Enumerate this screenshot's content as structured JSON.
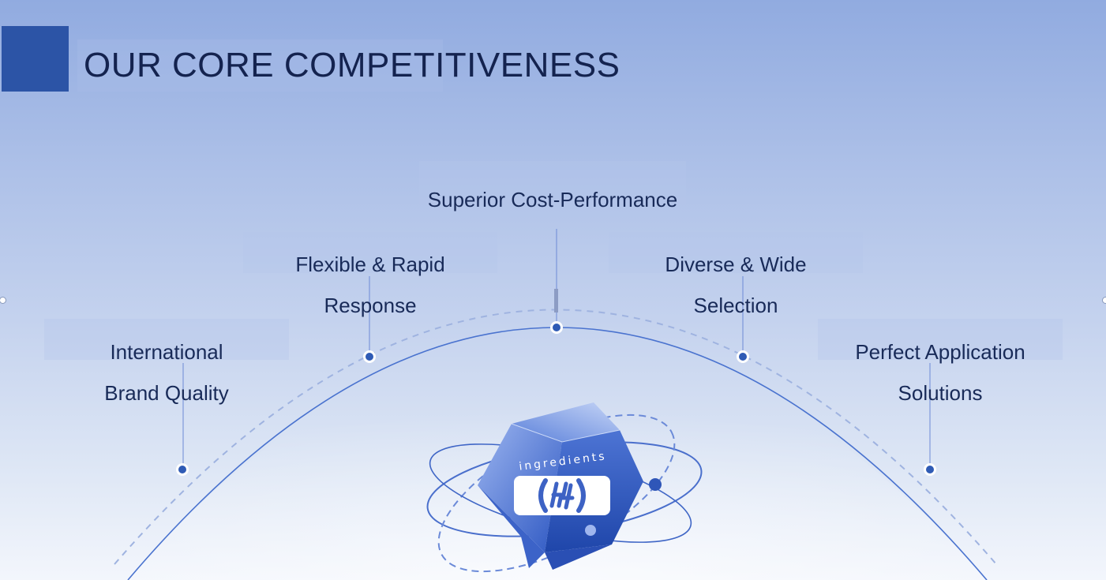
{
  "slide": {
    "title": "OUR CORE COMPETITIVENESS"
  },
  "features": [
    {
      "id": "top",
      "line1": "Superior Cost-Performance",
      "line2": ""
    },
    {
      "id": "left-mid",
      "line1": "Flexible & Rapid",
      "line2": "Response"
    },
    {
      "id": "right-mid",
      "line1": "Diverse & Wide",
      "line2": "Selection"
    },
    {
      "id": "left-low",
      "line1": "International",
      "line2": "Brand Quality"
    },
    {
      "id": "right-low",
      "line1": "Perfect Application",
      "line2": "Solutions"
    }
  ],
  "logo": {
    "word": "ingredients"
  },
  "colors": {
    "accent": "#2c54a6",
    "title": "#14234f",
    "arc": "#4a73cf",
    "node": "#2f5bb5"
  }
}
